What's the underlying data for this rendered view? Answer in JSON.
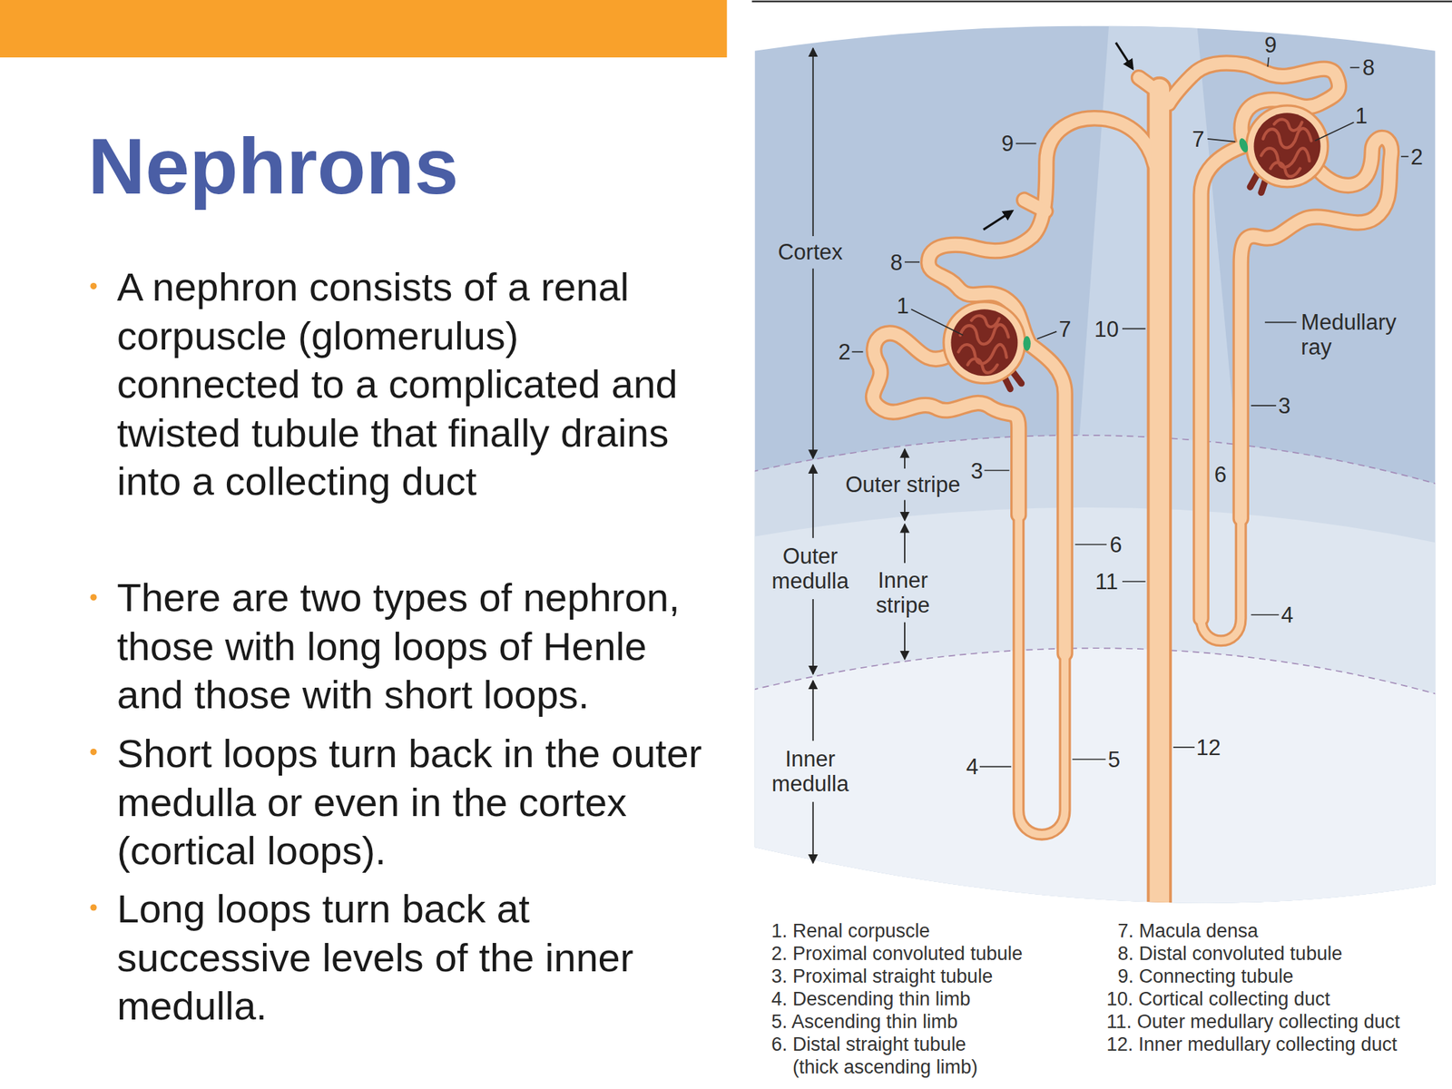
{
  "diagram": {
    "title": "Nephrons",
    "labels": [
      "A nephron consists of a renal corpuscle (glomerulus) connected to a complicated and twisted tubule that finally drains into a collecting duct",
      "There are two types of nephron, those with long loops of Henle and those with short loops.",
      "Short loops turn back in the outer medulla or even in the cortex (cortical loops).",
      "Long loops turn back at successive levels of the inner medulla.",
      "Cortex",
      "Outer medulla",
      "Inner medulla",
      "Outer stripe",
      "Inner stripe",
      "Medullary ray",
      "8",
      "1",
      "2",
      "7",
      "9",
      "10",
      "3",
      "6",
      "11",
      "4",
      "5",
      "12",
      "9",
      "8",
      "1",
      "7",
      "2",
      "3",
      "6",
      "4",
      "1. Renal corpuscle",
      "2. Proximal convoluted tubule",
      "3. Proximal straight tubule",
      "4. Descending thin limb",
      "5. Ascending thin limb",
      "6. Distal straight tubule (thick ascending limb)",
      "7. Macula densa",
      "8. Distal convoluted tubule",
      "9. Connecting tubule",
      "10. Cortical collecting duct",
      "11. Outer medullary collecting duct",
      "12. Inner medullary collecting duct"
    ]
  }
}
